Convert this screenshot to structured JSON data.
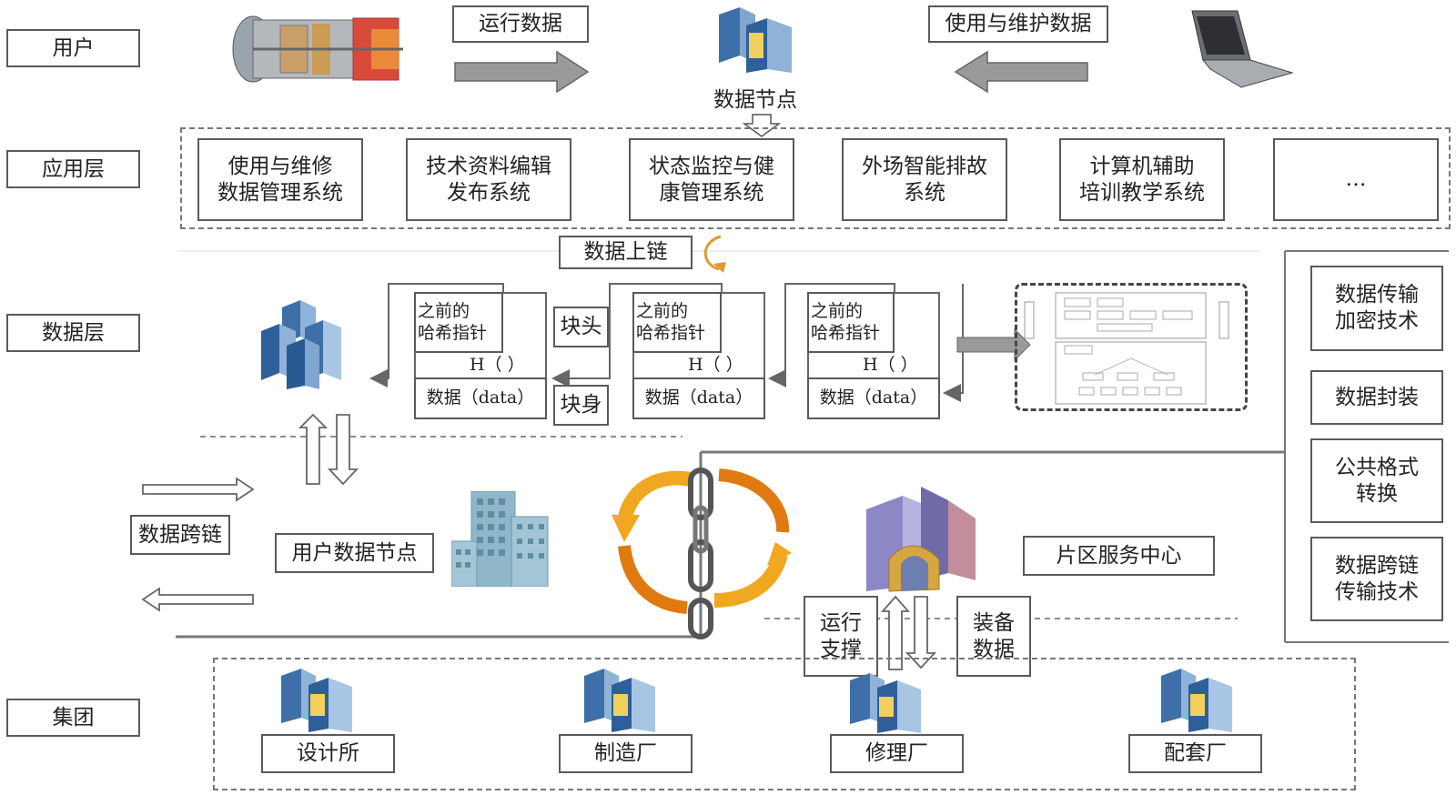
{
  "layers": {
    "user": "用户",
    "application": "应用层",
    "data": "数据层",
    "group": "集团"
  },
  "top": {
    "run_data": "运行数据",
    "data_node": "数据节点",
    "use_maint_data": "使用与维护数据"
  },
  "apps": [
    "使用与维修\n数据管理系统",
    "技术资料编辑\n发布系统",
    "状态监控与健\n康管理系统",
    "外场智能排故\n系统",
    "计算机辅助\n培训教学系统",
    "…"
  ],
  "data_layer": {
    "upchain": "数据上链",
    "block_head": "块头",
    "block_body": "块身",
    "prev_hash": "之前的\n哈希指针",
    "hash_fn": "H（ ）",
    "data_field": "数据（data）",
    "cross_chain": "数据跨链",
    "user_data_node": "用户数据节点",
    "regional_center": "片区服务中心",
    "run_support": "运行\n支撑",
    "equip_data": "装备\n数据"
  },
  "tech": [
    "数据传输\n加密技术",
    "数据封装",
    "公共格式\n转换",
    "数据跨链\n传输技术"
  ],
  "group_nodes": [
    "设计所",
    "制造厂",
    "修理厂",
    "配套厂"
  ]
}
